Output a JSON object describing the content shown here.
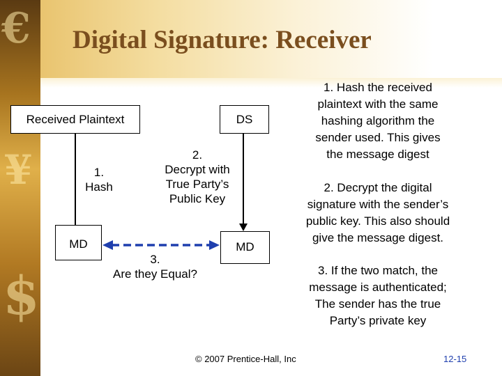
{
  "title": "Digital Signature: Receiver",
  "diagram": {
    "received_plaintext": "Received Plaintext",
    "ds": "DS",
    "md_left": "MD",
    "md_right": "MD",
    "hash_label": [
      "1.",
      "Hash"
    ],
    "decrypt_label": [
      "2.",
      "Decrypt with",
      "True Party’s",
      "Public Key"
    ],
    "equal_label": [
      "3.",
      "Are they Equal?"
    ]
  },
  "steps": {
    "step1": [
      "1. Hash the received",
      "plaintext with the same",
      "hashing algorithm the",
      "sender used. This gives",
      "the message digest"
    ],
    "step2": [
      "2. Decrypt the digital",
      "signature with the sender’s",
      "public key. This also should",
      "give the message digest."
    ],
    "step3": [
      "3. If the two match, the",
      "message is authenticated;",
      "The sender has the true",
      "Party’s private key"
    ]
  },
  "footer": {
    "copyright": "© 2007 Prentice-Hall, Inc",
    "slide_number": "12-15"
  },
  "colors": {
    "title": "#7a4e1e",
    "slide_number": "#1f3fae",
    "arrow": "#1f3fae"
  }
}
